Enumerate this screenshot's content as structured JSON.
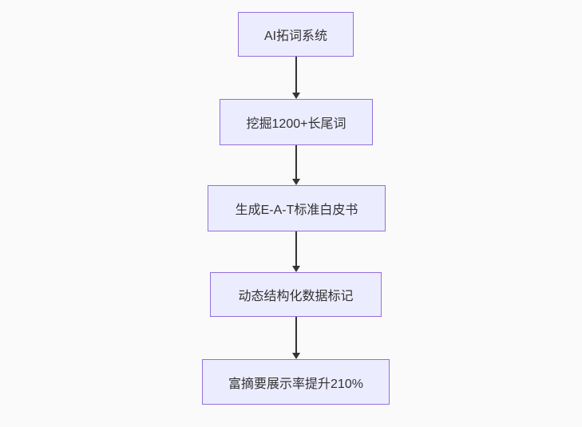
{
  "diagram": {
    "type": "flowchart",
    "direction": "top-down",
    "nodes": [
      {
        "id": "node-1",
        "label": "AI拓词系统"
      },
      {
        "id": "node-2",
        "label": "挖掘1200+长尾词"
      },
      {
        "id": "node-3",
        "label": "生成E-A-T标准白皮书"
      },
      {
        "id": "node-4",
        "label": "动态结构化数据标记"
      },
      {
        "id": "node-5",
        "label": "富摘要展示率提升210%"
      }
    ],
    "edges": [
      {
        "from": "node-1",
        "to": "node-2"
      },
      {
        "from": "node-2",
        "to": "node-3"
      },
      {
        "from": "node-3",
        "to": "node-4"
      },
      {
        "from": "node-4",
        "to": "node-5"
      }
    ],
    "colors": {
      "background": "#fafafa",
      "node_fill": "#ececff",
      "node_border": "#9370db",
      "edge": "#333333",
      "text": "#333333"
    }
  }
}
